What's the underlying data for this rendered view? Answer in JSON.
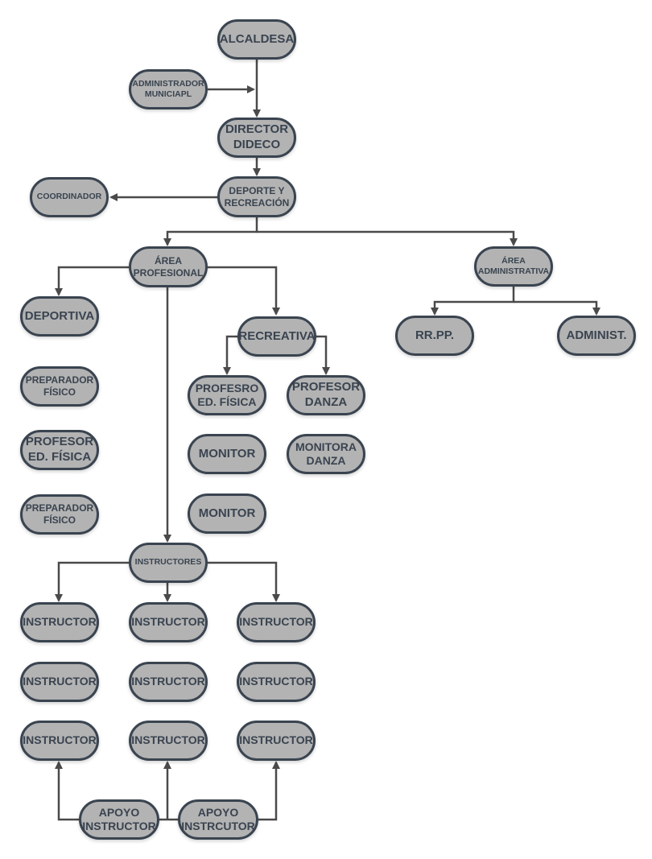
{
  "diagram": {
    "type": "org-chart",
    "colors": {
      "node_fill": "#b3b3b3",
      "node_border": "#3a4450",
      "text": "#3a4450",
      "connector": "#4a4a4a",
      "background": "#ffffff"
    },
    "nodes": {
      "alcaldesa": "ALCALDESA",
      "administrador": "ADMINISTRADOR\nMUNICIAPL",
      "director": "DIRECTOR\nDIDECO",
      "deporte": "DEPORTE Y\nRECREACIÓN",
      "coordinador": "COORDINADOR",
      "area_profesional": "ÁREA\nPROFESIONAL",
      "area_administrativa": "ÁREA\nADMINISTRATIVA",
      "rrpp": "RR.PP.",
      "administ": "ADMINIST.",
      "deportiva": "DEPORTIVA",
      "preparador_1": "PREPARADOR\nFÍSICO",
      "profesor_edfisica_dep": "PROFESOR\nED. FÍSICA",
      "preparador_2": "PREPARADOR\nFÍSICO",
      "recreativa": "RECREATIVA",
      "profesro_edfisica": "PROFESRO\nED. FÍSICA",
      "profesor_danza": "PROFESOR\nDANZA",
      "monitor_1": "MONITOR",
      "monitora_danza": "MONITORA\nDANZA",
      "monitor_2": "MONITOR",
      "instructores": "INSTRUCTORES",
      "instructor_grid": [
        [
          "INSTRUCTOR",
          "INSTRUCTOR",
          "INSTRUCTOR"
        ],
        [
          "INSTRUCTOR",
          "INSTRUCTOR",
          "INSTRUCTOR"
        ],
        [
          "INSTRUCTOR",
          "INSTRUCTOR",
          "INSTRUCTOR"
        ]
      ],
      "apoyo_1": "APOYO\nINSTRUCTOR",
      "apoyo_2": "APOYO\nINSTRCUTOR"
    },
    "edges": [
      [
        "alcaldesa",
        "director"
      ],
      [
        "administrador",
        "alcaldesa-director-line"
      ],
      [
        "director",
        "deporte"
      ],
      [
        "deporte",
        "coordinador"
      ],
      [
        "deporte",
        "area_profesional"
      ],
      [
        "deporte",
        "area_administrativa"
      ],
      [
        "area_administrativa",
        "rrpp"
      ],
      [
        "area_administrativa",
        "administ"
      ],
      [
        "area_profesional",
        "deportiva"
      ],
      [
        "area_profesional",
        "recreativa"
      ],
      [
        "area_profesional",
        "instructores"
      ],
      [
        "recreativa",
        "profesro_edfisica"
      ],
      [
        "recreativa",
        "profesor_danza"
      ],
      [
        "instructores",
        "instructor_grid.0.0"
      ],
      [
        "instructores",
        "instructor_grid.0.1"
      ],
      [
        "instructores",
        "instructor_grid.0.2"
      ],
      [
        "apoyo",
        "instructor_grid.2.0"
      ],
      [
        "apoyo",
        "instructor_grid.2.1"
      ],
      [
        "apoyo",
        "instructor_grid.2.2"
      ]
    ]
  }
}
